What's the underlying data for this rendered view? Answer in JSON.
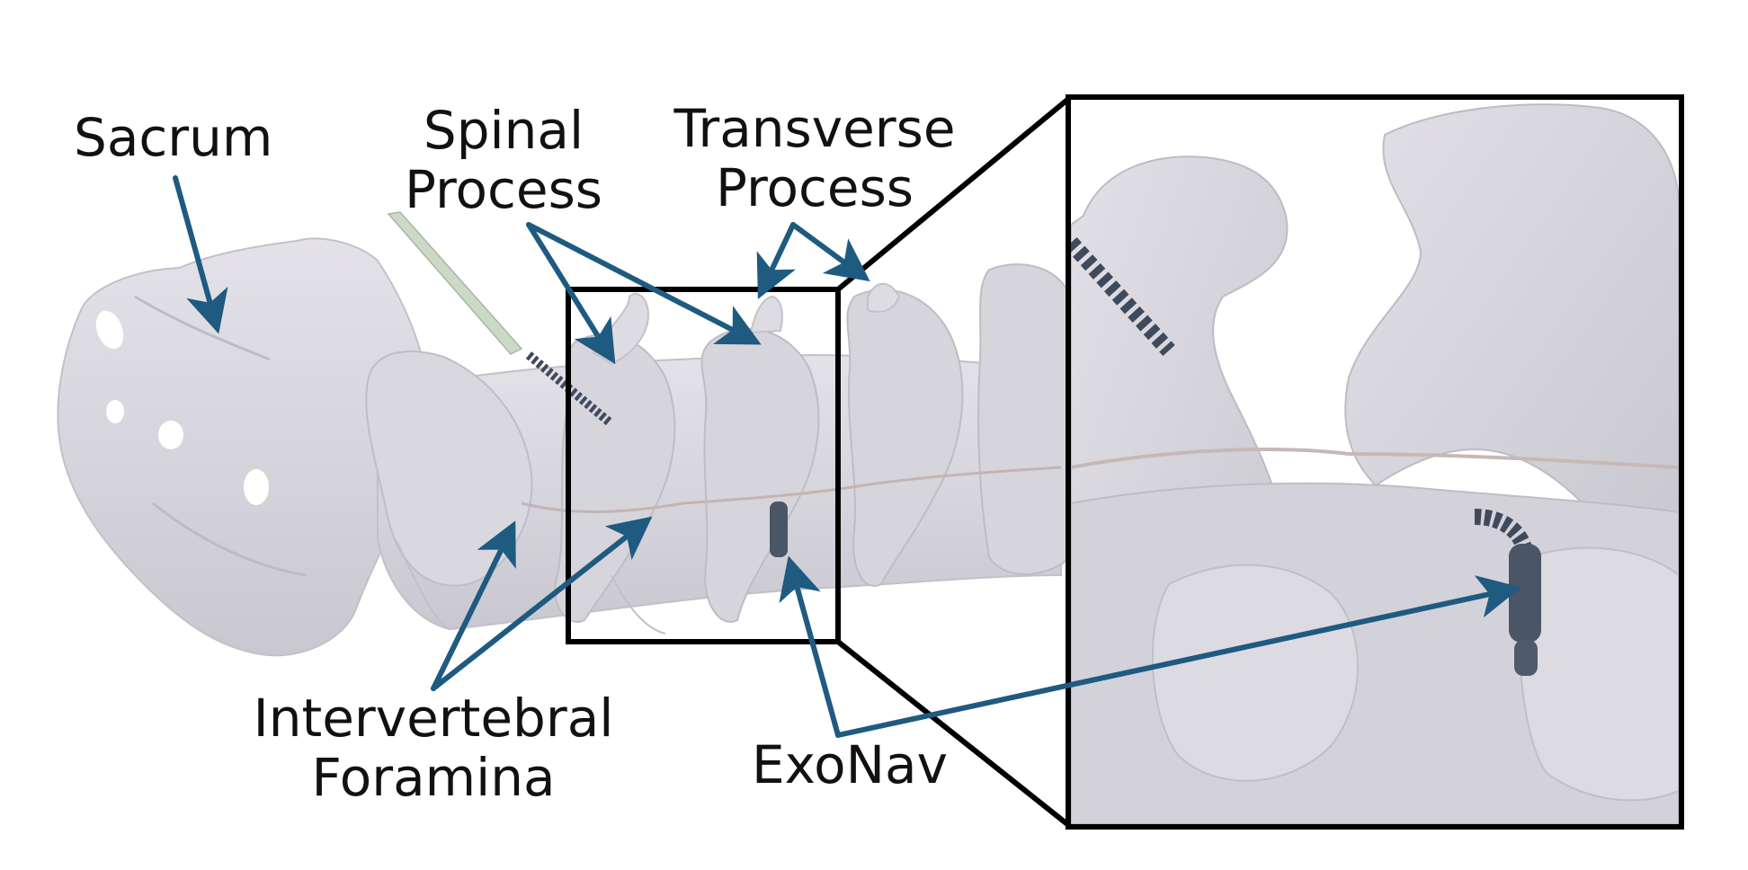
{
  "labels": {
    "sacrum": "Sacrum",
    "spinal_process": [
      "Spinal",
      "Process"
    ],
    "transverse_process": [
      "Transverse",
      "Process"
    ],
    "intervertebral_foramina": [
      "Intervertebral",
      "Foramina"
    ],
    "exonav": "ExoNav"
  },
  "colors": {
    "arrow": "#1f5a80",
    "bone_fill": "#d6d5dc",
    "bone_shadow": "#b9b8c2",
    "bone_highlight": "#e6e4ea",
    "bone_warm": "#e3d3d0",
    "device": "#4a5566",
    "sheath": "#cdd9c7",
    "frame": "#000000"
  }
}
